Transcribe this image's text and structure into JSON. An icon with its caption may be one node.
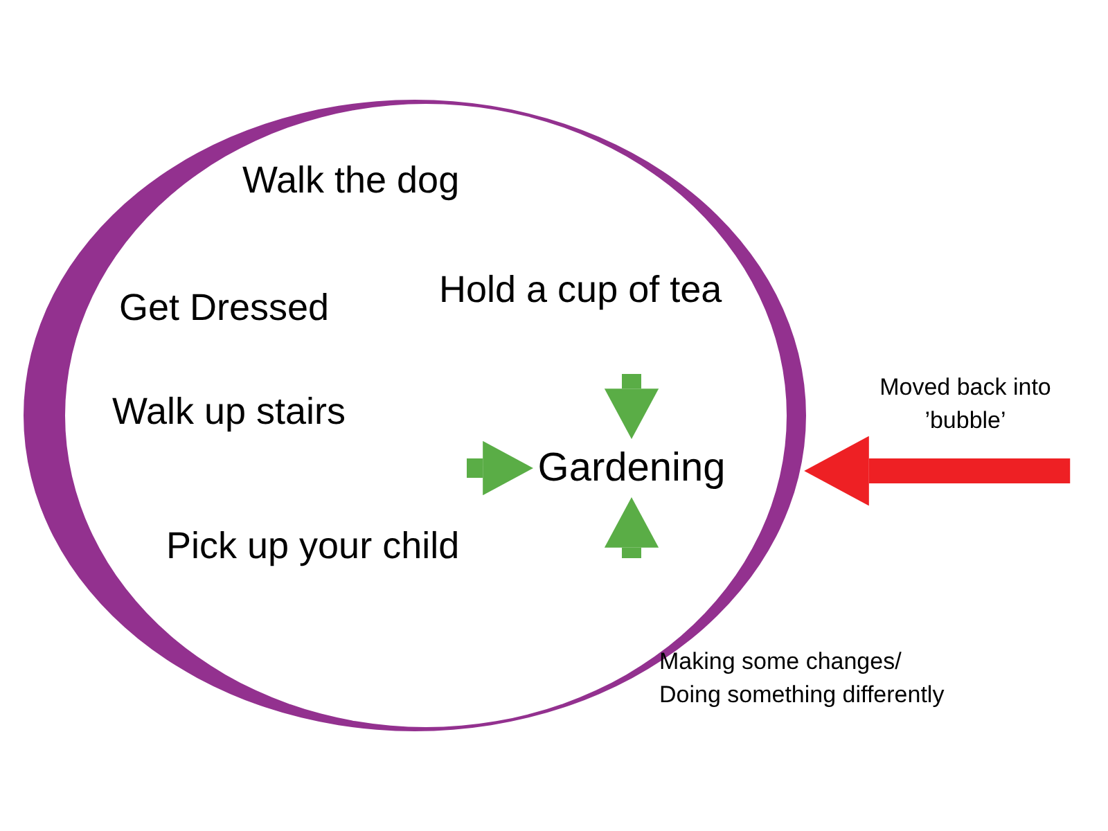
{
  "diagram": {
    "nodes": [
      {
        "text": [
          "Walk the dog",
          "Get Dressed",
          "Hold a cup of tea",
          "Walk up stairs",
          "Pick up your child"
        ]
      },
      {
        "text": [
          "Gardening"
        ],
        "in": 0
      }
    ],
    "edges": [
      {
        "from": null,
        "to": 1,
        "arrow": "to"
      },
      {
        "from": null,
        "to": 1,
        "arrow": "to"
      },
      {
        "from": null,
        "to": 1,
        "arrow": "to"
      },
      {
        "from": null,
        "to": 0,
        "arrow": "to",
        "color": "#ee2024"
      }
    ],
    "labels": [
      "Moved back into ’bubble’",
      "Making some changes/ Doing something differently"
    ]
  }
}
